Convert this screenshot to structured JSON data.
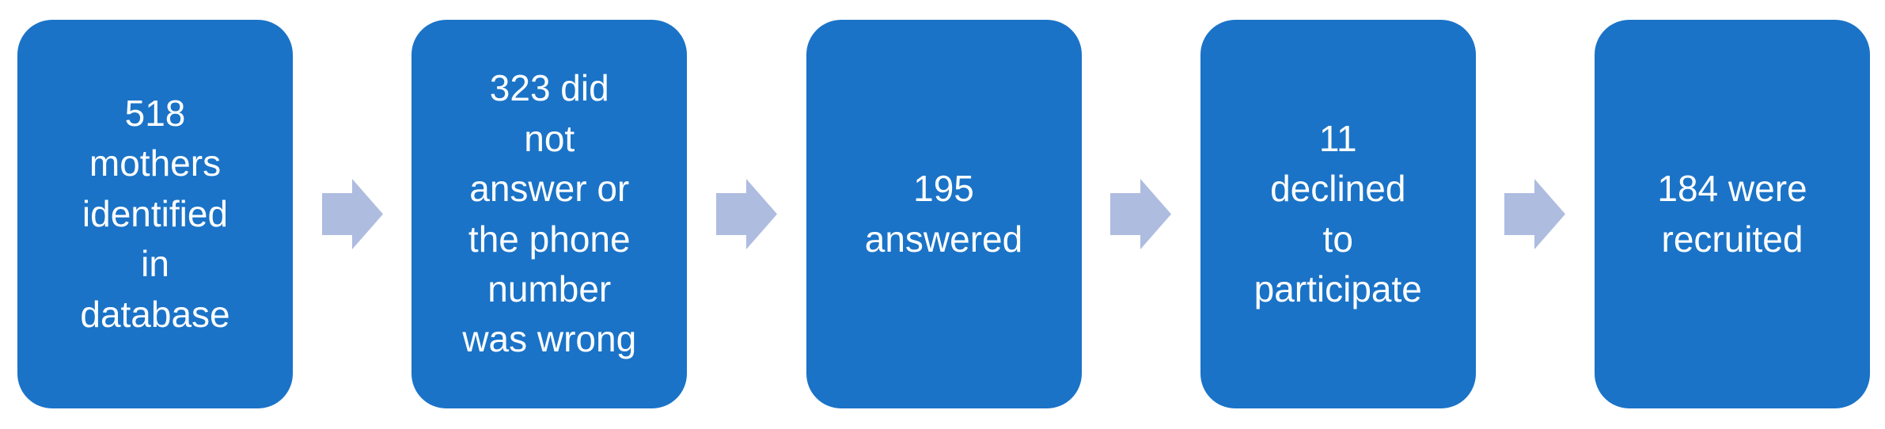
{
  "diagram": {
    "type": "process-flow",
    "direction": "left-to-right",
    "connector_shape": "block-right-arrow",
    "colors": {
      "box_fill": "#1A73C7",
      "arrow_fill": "#AEBCE0",
      "text": "#FFFFFF",
      "background": "#FFFFFF"
    },
    "steps": [
      {
        "count": 518,
        "label": "518 mothers identified in database",
        "display_text": "518\nmothers\nidentified\nin\ndatabase"
      },
      {
        "count": 323,
        "label": "323 did not answer or the phone number was wrong",
        "display_text": "323 did\nnot\nanswer or\nthe phone\nnumber\nwas wrong"
      },
      {
        "count": 195,
        "label": "195 answered",
        "display_text": "195\nanswered"
      },
      {
        "count": 11,
        "label": "11 declined to participate",
        "display_text": "11\ndeclined\nto\nparticipate"
      },
      {
        "count": 184,
        "label": "184 were recruited",
        "display_text": "184 were\nrecruited"
      }
    ]
  }
}
